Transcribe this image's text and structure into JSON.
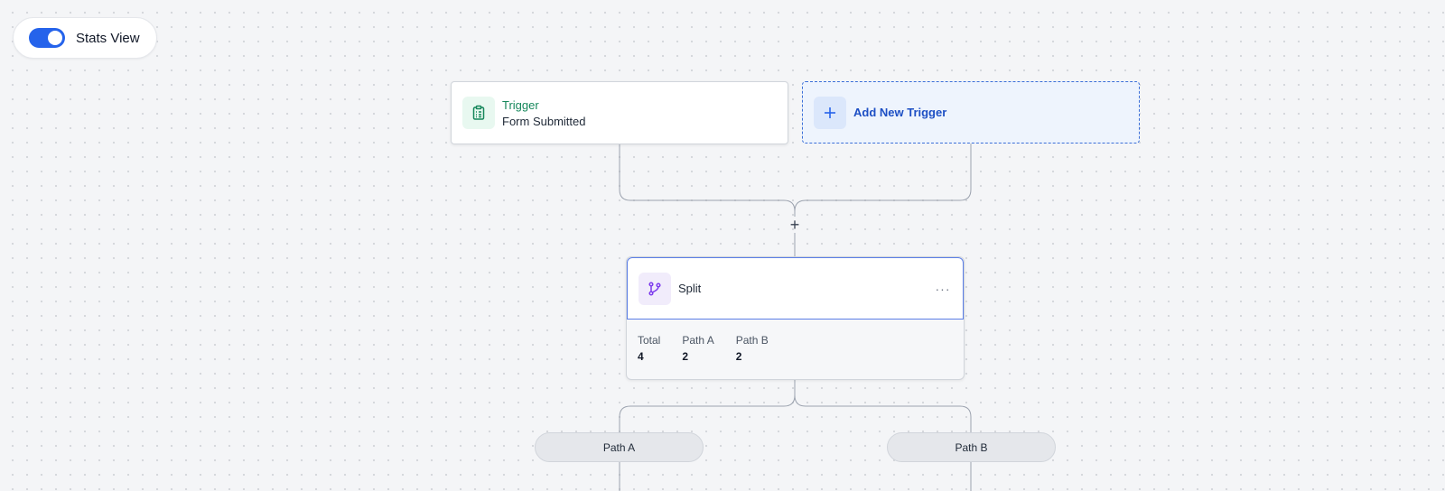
{
  "stats_toggle": {
    "label": "Stats View",
    "enabled": true
  },
  "trigger": {
    "title": "Trigger",
    "subtitle": "Form Submitted",
    "icon": "clipboard-icon"
  },
  "add_trigger": {
    "label": "Add New Trigger",
    "icon": "plus-icon"
  },
  "add_step": {
    "symbol": "+"
  },
  "split": {
    "title": "Split",
    "icon": "branch-icon",
    "menu_symbol": "···",
    "stats": [
      {
        "label": "Total",
        "value": "4"
      },
      {
        "label": "Path A",
        "value": "2"
      },
      {
        "label": "Path B",
        "value": "2"
      }
    ]
  },
  "paths": [
    {
      "label": "Path A"
    },
    {
      "label": "Path B"
    }
  ],
  "colors": {
    "accent": "#2563eb",
    "trigger_green": "#16875b",
    "split_purple": "#7c3aed",
    "connector": "#9ca3af"
  }
}
